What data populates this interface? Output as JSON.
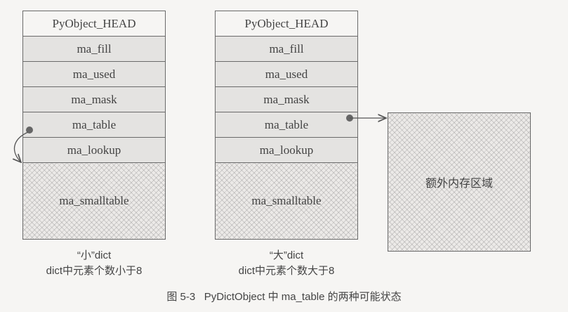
{
  "small_dict": {
    "fields": [
      "PyObject_HEAD",
      "ma_fill",
      "ma_used",
      "ma_mask",
      "ma_table",
      "ma_lookup",
      "ma_smalltable"
    ],
    "caption_title": "“小”dict",
    "caption_desc": "dict中元素个数小于8"
  },
  "large_dict": {
    "fields": [
      "PyObject_HEAD",
      "ma_fill",
      "ma_used",
      "ma_mask",
      "ma_table",
      "ma_lookup",
      "ma_smalltable"
    ],
    "caption_title": "“大”dict",
    "caption_desc": "dict中元素个数大于8"
  },
  "extra_memory": {
    "label": "额外内存区域"
  },
  "figure_caption": "图 5-3   PyDictObject 中 ma_table 的两种可能状态"
}
